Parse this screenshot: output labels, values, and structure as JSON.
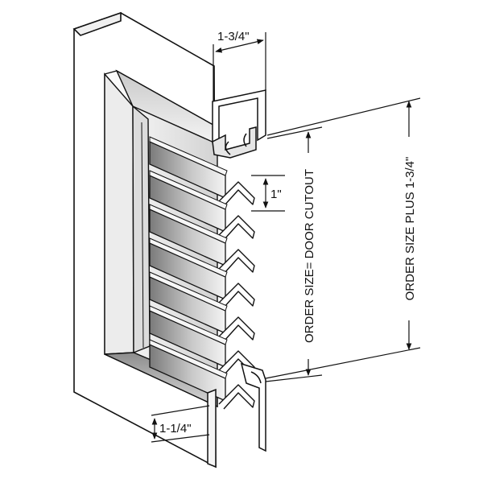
{
  "dimensions": {
    "top_depth": "1-3/4\"",
    "louver_pitch": "1\"",
    "bottom_flange": "1-1/4\"",
    "order_size": "ORDER SIZE= DOOR CUTOUT",
    "order_size_plus": "ORDER SIZE PLUS 1-3/4\""
  },
  "diagram": {
    "louver_count": 7
  },
  "colors": {
    "stroke": "#111111",
    "shade_dark": "#6e6e6e",
    "shade_mid": "#b9b9b9",
    "shade_light": "#f2f2f2"
  }
}
